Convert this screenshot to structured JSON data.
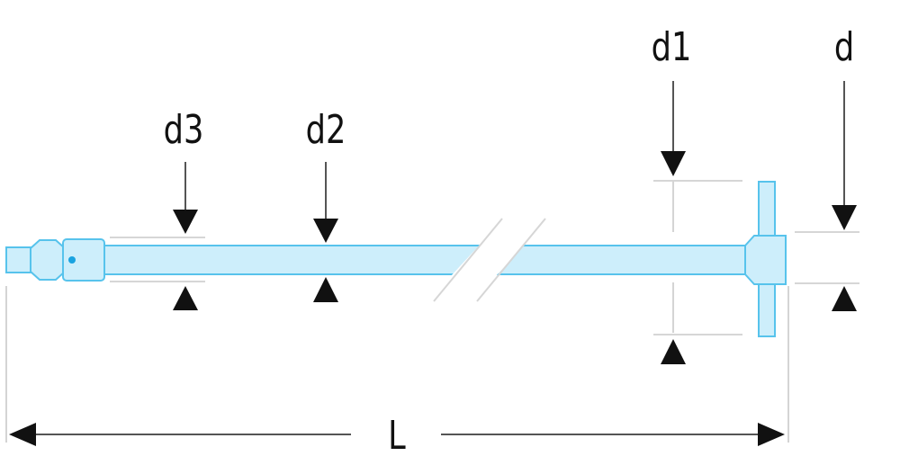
{
  "colors": {
    "tool_fill": "#cdeefb",
    "tool_stroke": "#57c3ec",
    "pivot_dot": "#1aa3e0",
    "arrow": "#111111"
  },
  "labels": {
    "d": "d",
    "d1": "d1",
    "d2": "d2",
    "d3": "d3",
    "L": "L"
  }
}
